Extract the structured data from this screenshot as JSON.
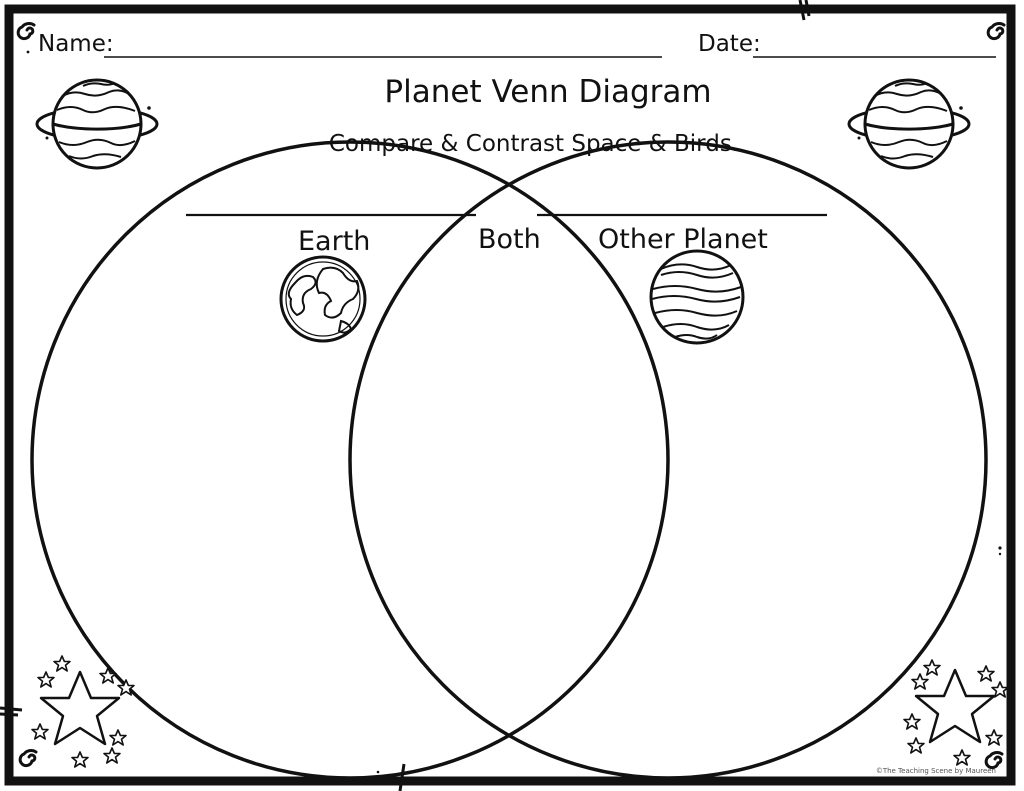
{
  "worksheet": {
    "name_label": "Name:",
    "date_label": "Date:",
    "title": "Planet Venn Diagram",
    "subtitle": "Compare & Contrast Space & Birds.",
    "credit": "©The Teaching Scene by Maureen"
  },
  "venn": {
    "left_label": "Earth",
    "center_label": "Both",
    "right_label": "Other Planet"
  },
  "icons": [
    "ringed-planet-icon",
    "earth-icon",
    "striped-planet-icon",
    "star-cluster-icon",
    "swirl-icon"
  ]
}
